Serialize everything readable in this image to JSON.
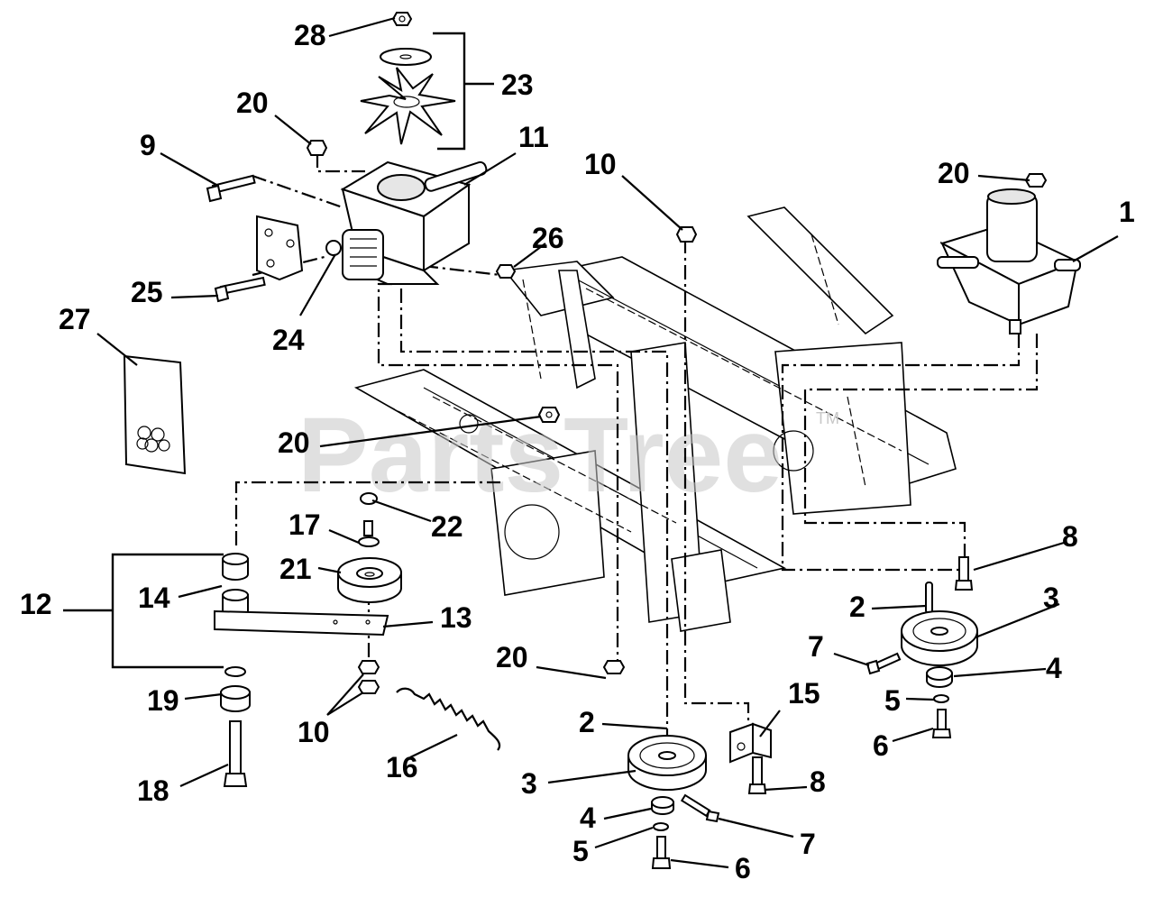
{
  "watermark": {
    "text": "PartsTree",
    "trademark": "TM"
  },
  "callouts": [
    {
      "id": "c28a",
      "text": "28"
    },
    {
      "id": "c23",
      "text": "23"
    },
    {
      "id": "c20a",
      "text": "20"
    },
    {
      "id": "c9",
      "text": "9"
    },
    {
      "id": "c11",
      "text": "11"
    },
    {
      "id": "c10a",
      "text": "10"
    },
    {
      "id": "c20b",
      "text": "20"
    },
    {
      "id": "c1",
      "text": "1"
    },
    {
      "id": "c26",
      "text": "26"
    },
    {
      "id": "c25",
      "text": "25"
    },
    {
      "id": "c24",
      "text": "24"
    },
    {
      "id": "c27",
      "text": "27"
    },
    {
      "id": "c20c",
      "text": "20"
    },
    {
      "id": "c22",
      "text": "22"
    },
    {
      "id": "c17",
      "text": "17"
    },
    {
      "id": "c21",
      "text": "21"
    },
    {
      "id": "c12",
      "text": "12"
    },
    {
      "id": "c14",
      "text": "14"
    },
    {
      "id": "c13",
      "text": "13"
    },
    {
      "id": "c8a",
      "text": "8"
    },
    {
      "id": "c2a",
      "text": "2"
    },
    {
      "id": "c3a",
      "text": "3"
    },
    {
      "id": "c7a",
      "text": "7"
    },
    {
      "id": "c4a",
      "text": "4"
    },
    {
      "id": "c5a",
      "text": "5"
    },
    {
      "id": "c6a",
      "text": "6"
    },
    {
      "id": "c20d",
      "text": "20"
    },
    {
      "id": "c19",
      "text": "19"
    },
    {
      "id": "c10b",
      "text": "10"
    },
    {
      "id": "c16",
      "text": "16"
    },
    {
      "id": "c15",
      "text": "15"
    },
    {
      "id": "c2b",
      "text": "2"
    },
    {
      "id": "c3b",
      "text": "3"
    },
    {
      "id": "c8b",
      "text": "8"
    },
    {
      "id": "c18",
      "text": "18"
    },
    {
      "id": "c4b",
      "text": "4"
    },
    {
      "id": "c5b",
      "text": "5"
    },
    {
      "id": "c6b",
      "text": "6"
    },
    {
      "id": "c7b",
      "text": "7"
    }
  ]
}
